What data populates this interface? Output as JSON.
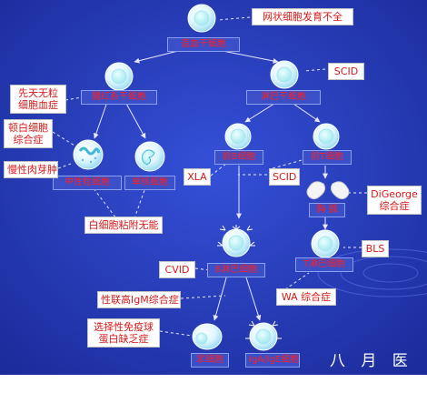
{
  "colors": {
    "background": "#2438b8",
    "box_text": "#d81818",
    "label_bg": "#3a4fc8",
    "arrow": "#e8e8ff"
  },
  "cells": {
    "stem": "造血干细胞",
    "myeloid": "髓红系干细胞",
    "lymphoid": "淋巴干细胞",
    "neutrophil": "中性粒细胞",
    "monocyte": "单核细胞",
    "pre_b": "前B细胞",
    "pre_t": "前T细胞",
    "thymus": "胸 腺",
    "b_lymph": "B淋巴细胞",
    "t_lymph": "T淋巴细胞",
    "plasma": "浆细胞",
    "b_sub": "IgA/IgE细胞"
  },
  "diseases": {
    "reticular_dysgenesis": "网状细胞发育不全",
    "scid_top": "SCID",
    "congenital_agranulocytosis": "先天无粒细胞血症",
    "chediak_higashi": "顿白细胞综合症",
    "chronic_granulomatous": "慢性肉芽肿",
    "adhesion_defect": "白细胞粘附无能",
    "xla": "XLA",
    "scid_mid": "SCID",
    "digeorge": "DiGeorge综合症",
    "bls": "BLS",
    "cvid": "CVID",
    "hyper_igm": "性联高IgM综合症",
    "wa": "WA 综合症",
    "selective_ig": "选择性免疫球蛋白缺乏症"
  },
  "brand": "八 月 医 学"
}
